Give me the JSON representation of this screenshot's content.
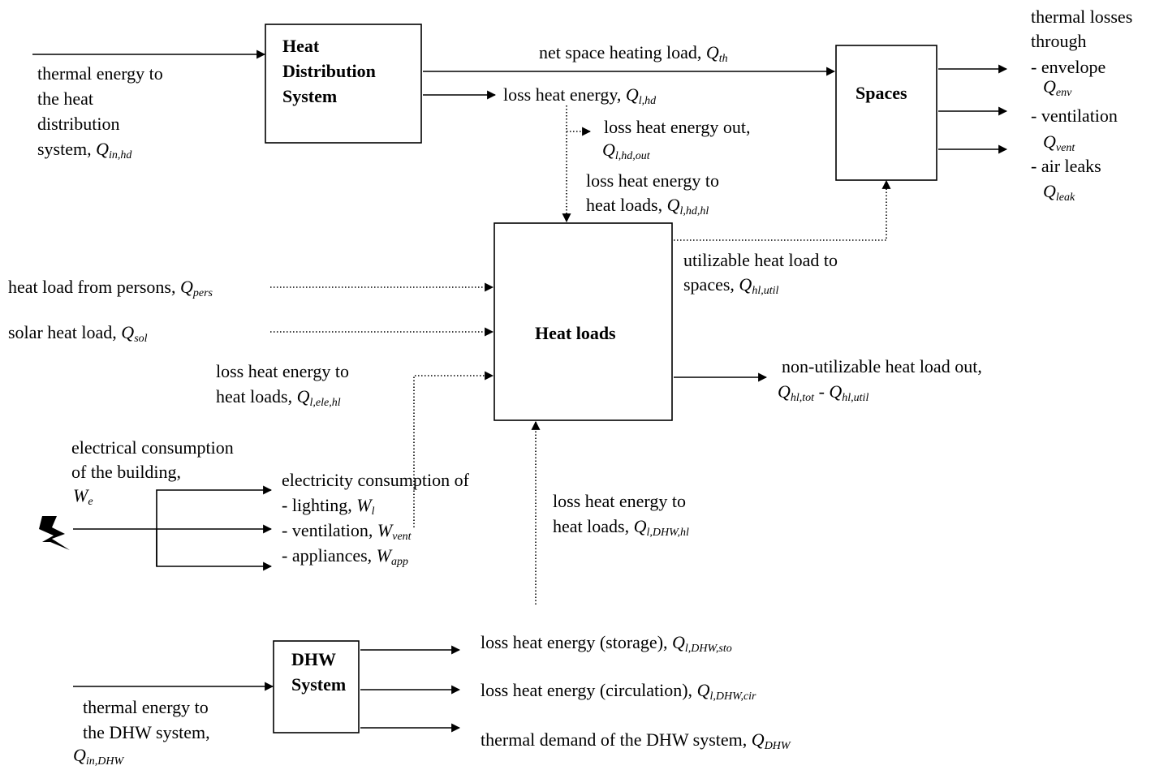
{
  "boxes": {
    "heat_distribution": [
      "Heat",
      "Distribution",
      "System"
    ],
    "spaces": "Spaces",
    "heat_loads": "Heat loads",
    "dhw": [
      "DHW",
      "System"
    ]
  },
  "labels": {
    "thermal_in_hd": {
      "lines": [
        "thermal energy to",
        "the heat",
        "distribution"
      ],
      "last": "system, ",
      "sym": "Q",
      "sub": "in,hd"
    },
    "net_space_heating": {
      "text": "net space heating load, ",
      "sym": "Q",
      "sub": "th"
    },
    "loss_hd": {
      "text": "loss heat energy, ",
      "sym": "Q",
      "sub": "l,hd"
    },
    "loss_hd_out": {
      "text": "loss heat energy out,",
      "sym": "Q",
      "sub": "l,hd,out"
    },
    "loss_hd_hl": {
      "line1": "loss heat energy to",
      "line2": "heat loads, ",
      "sym": "Q",
      "sub": "l,hd,hl"
    },
    "thermal_losses": {
      "lines": [
        "thermal losses",
        "through"
      ],
      "items": [
        {
          "name": "- envelope",
          "sym": "Q",
          "sub": "env"
        },
        {
          "name": "- ventilation",
          "sym": "Q",
          "sub": "vent"
        },
        {
          "name": "- air leaks",
          "sym": "Q",
          "sub": "leak"
        }
      ]
    },
    "utilizable": {
      "line1": "utilizable heat load to",
      "line2": "spaces, ",
      "sym": "Q",
      "sub": "hl,util"
    },
    "persons": {
      "text": "heat load from persons, ",
      "sym": "Q",
      "sub": "pers"
    },
    "solar": {
      "text": "solar heat load, ",
      "sym": "Q",
      "sub": "sol"
    },
    "loss_ele_hl": {
      "line1": "loss heat energy to",
      "line2": "heat loads, ",
      "sym": "Q",
      "sub": "l,ele,hl"
    },
    "non_utilizable": {
      "line1": "non-utilizable heat load out,",
      "sym1": "Q",
      "sub1": "hl,tot",
      "sep": " - ",
      "sym2": "Q",
      "sub2": "hl,util"
    },
    "electrical_building": {
      "line1": "electrical consumption",
      "line2": "of the building,",
      "sym": "W",
      "sub": "e"
    },
    "electricity_of": {
      "heading": "electricity consumption of",
      "items": [
        {
          "name": "- lighting,  ",
          "sym": "W",
          "sub": "l"
        },
        {
          "name": "- ventilation, ",
          "sym": "W",
          "sub": "vent"
        },
        {
          "name": "- appliances, ",
          "sym": "W",
          "sub": "app"
        }
      ]
    },
    "loss_dhw_hl": {
      "line1": "loss heat energy to",
      "line2": "heat loads, ",
      "sym": "Q",
      "sub": "l,DHW,hl"
    },
    "dhw_storage": {
      "text": "loss heat energy (storage), ",
      "sym": "Q",
      "sub": "l,DHW,sto"
    },
    "dhw_circulation": {
      "text": "loss heat energy (circulation), ",
      "sym": "Q",
      "sub": "l,DHW,cir"
    },
    "dhw_demand": {
      "text": "thermal demand of the DHW system, ",
      "sym": "Q",
      "sub": "DHW"
    },
    "thermal_in_dhw": {
      "line1": "thermal energy to",
      "line2": "the DHW system,",
      "sym": "Q",
      "sub": "in,DHW"
    }
  },
  "icons": {
    "electric": "lightning-bolt-icon"
  }
}
